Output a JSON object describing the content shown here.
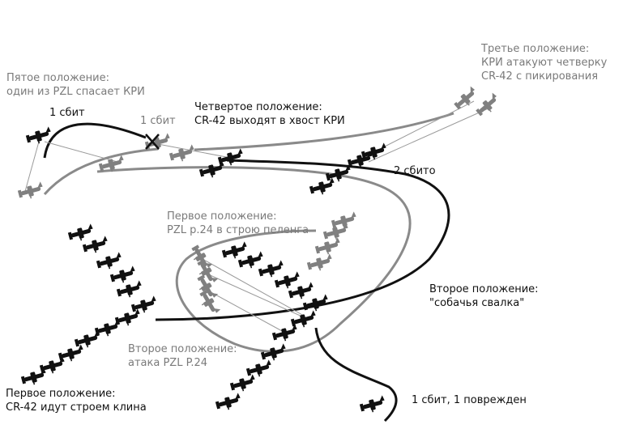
{
  "labels": {
    "fifth_position": {
      "title": "Пятое положение:",
      "text": "один из PZL спасает КРИ"
    },
    "third_position": {
      "title": "Третье положение:",
      "line1": "КРИ атакуют четверку",
      "line2": "CR-42 с пикирования"
    },
    "fourth_position": {
      "title": "Четвертое положение:",
      "text": "CR-42 выходят в хвост КРИ"
    },
    "shot_down_black": "1 сбит",
    "shot_down_grey": "1 сбит",
    "two_shot_down": "2 сбито",
    "first_position_pzl": {
      "title": "Первое положение:",
      "text": "PZL p.24 в строю пеленга"
    },
    "second_position_dogfight": {
      "title": "Второе положение:",
      "text": "\"собачья свалка\""
    },
    "second_position_attack": {
      "title": "Второе положение:",
      "text": "атака PZL P.24"
    },
    "first_position_cr42": {
      "title": "Первое положение:",
      "text": "CR-42 идут строем клина"
    },
    "one_down_one_damaged": "1 сбит, 1 поврежден"
  },
  "colors": {
    "cr42": "#111111",
    "pzl": "#808080",
    "text_dark": "#111111",
    "text_grey": "#7a7a7a"
  }
}
